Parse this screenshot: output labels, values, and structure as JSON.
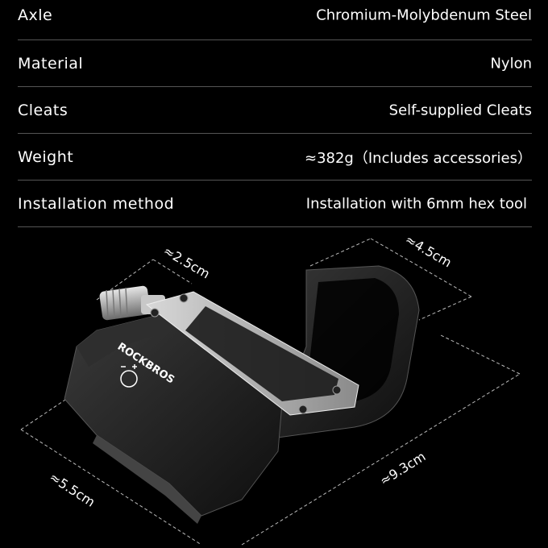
{
  "specs": [
    {
      "key": "Axle",
      "value": "Chromium-Molybdenum Steel"
    },
    {
      "key": "Material",
      "value": "Nylon"
    },
    {
      "key": "Cleats",
      "value": "Self-supplied Cleats"
    },
    {
      "key": "Weight",
      "value": "≈382g（Includes accessories）"
    },
    {
      "key": "Installation method",
      "value": "Installation with 6mm hex tool"
    }
  ],
  "dimensions": {
    "axle_length": "≈2.5cm",
    "width": "≈4.5cm",
    "depth": "≈5.5cm",
    "length": "≈9.3cm"
  },
  "brand": "ROCKBROS",
  "colors": {
    "background": "#000000",
    "text": "#ffffff",
    "divider": "#555555",
    "pedal": "#1b1b1b",
    "plate": "#b8b8b8"
  }
}
